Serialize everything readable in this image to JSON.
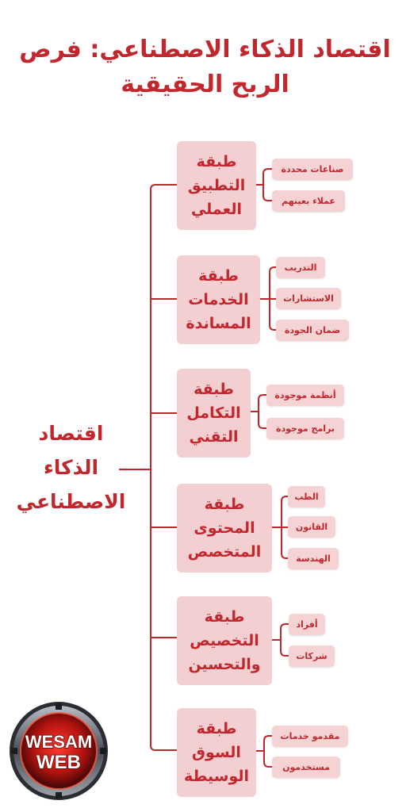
{
  "title": {
    "line1": "اقتصاد الذكاء الاصطناعي: فرص",
    "line2": "الربح الحقيقية"
  },
  "root": {
    "line1": "اقتصاد",
    "line2": "الذكاء",
    "line3": "الاصطناعي"
  },
  "layers": [
    {
      "lines": [
        "طبقة",
        "التطبيق",
        "العملي"
      ],
      "leaves": [
        "صناعات محددة",
        "عملاء بعينهم"
      ]
    },
    {
      "lines": [
        "طبقة",
        "الخدمات",
        "المساندة"
      ],
      "leaves": [
        "التدريب",
        "الاستشارات",
        "ضمان الجودة"
      ]
    },
    {
      "lines": [
        "طبقة",
        "التكامل",
        "التقني"
      ],
      "leaves": [
        "أنظمة موجودة",
        "برامج موجودة"
      ]
    },
    {
      "lines": [
        "طبقة",
        "المحتوى",
        "المتخصص"
      ],
      "leaves": [
        "الطب",
        "القانون",
        "الهندسة"
      ]
    },
    {
      "lines": [
        "طبقة",
        "التخصيص",
        "والتحسين"
      ],
      "leaves": [
        "أفراد",
        "شركات"
      ]
    },
    {
      "lines": [
        "طبقة",
        "السوق",
        "الوسيطة"
      ],
      "leaves": [
        "مقدمو خدمات",
        "مستخدمون"
      ]
    }
  ],
  "logo": {
    "line1": "WESAM",
    "line2": "WEB"
  },
  "colors": {
    "accent": "#c1272d",
    "box": "#f4cfd1",
    "leaf": "#f5d3d5"
  }
}
